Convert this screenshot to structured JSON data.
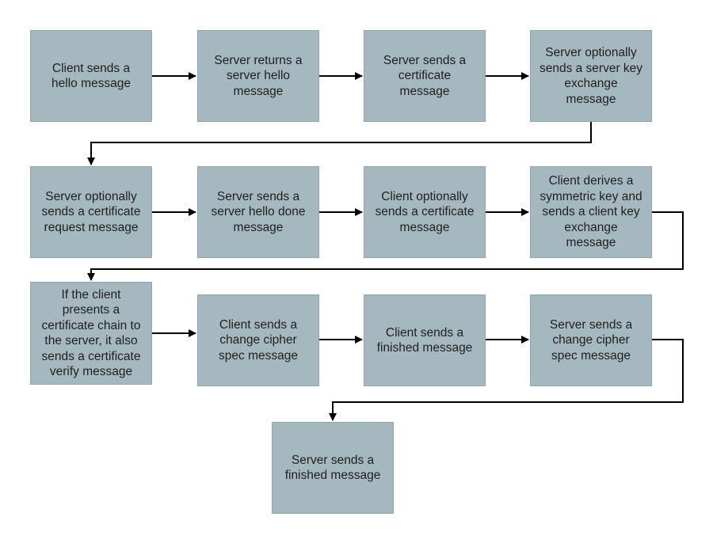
{
  "steps": [
    "Client sends a\nhello message",
    "Server returns a\nserver hello\nmessage",
    "Server sends a\ncertificate\nmessage",
    "Server optionally\nsends a server key\nexchange\nmessage",
    "Server optionally\nsends a certificate\nrequest message",
    "Server sends a\nserver hello done\nmessage",
    "Client optionally\nsends a certificate\nmessage",
    "Client derives a\nsymmetric key and\nsends a client key\nexchange\nmessage",
    "If the client\npresents a\ncertificate chain to\nthe server, it also\nsends a certificate\nverify message",
    "Client sends a\nchange cipher\nspec message",
    "Client sends a\nfinished message",
    "Server sends a\nchange cipher\nspec message",
    "Server sends a\nfinished message"
  ]
}
